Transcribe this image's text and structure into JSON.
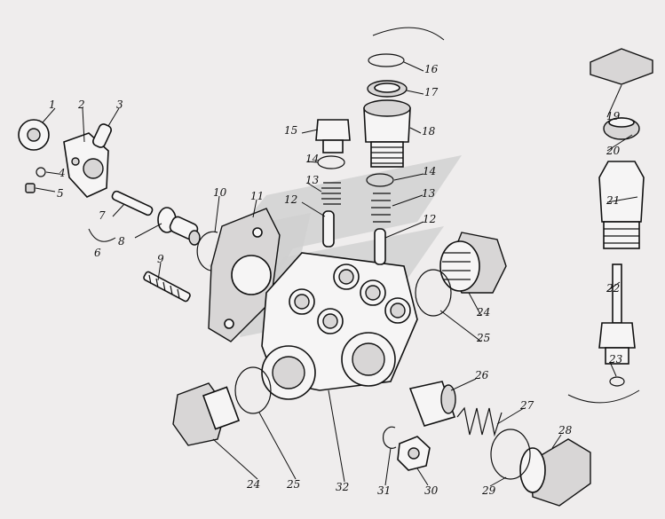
{
  "title": "Exploded view of valve assembly",
  "watermark": "logo",
  "callouts": [
    "1",
    "2",
    "3",
    "4",
    "5",
    "6",
    "7",
    "8",
    "9",
    "10",
    "11",
    "12",
    "12",
    "13",
    "13",
    "14",
    "14",
    "15",
    "16",
    "17",
    "18",
    "19",
    "20",
    "21",
    "22",
    "23",
    "24",
    "24",
    "25",
    "25",
    "26",
    "27",
    "28",
    "29",
    "30",
    "31",
    "32"
  ]
}
